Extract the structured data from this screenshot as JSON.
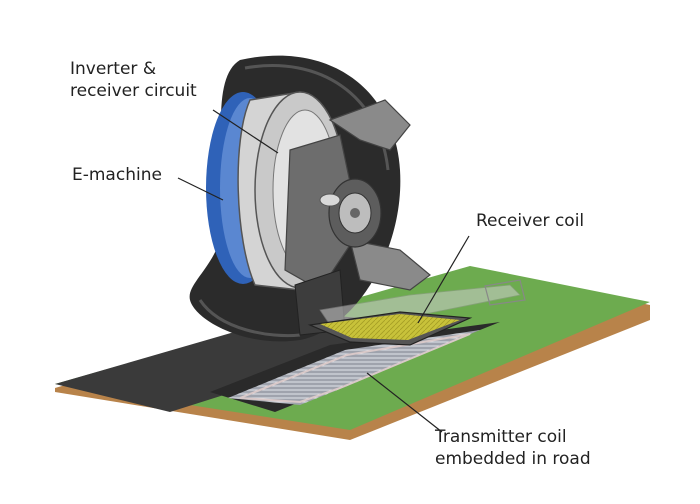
{
  "labels": {
    "inverter_line1": "Inverter &",
    "inverter_line2": "receiver circuit",
    "emachine": "E-machine",
    "receiver_coil": "Receiver coil",
    "transmitter_line1": "Transmitter coil",
    "transmitter_line2": "embedded in road"
  },
  "colors": {
    "road_green": "#6dab4f",
    "road_dark": "#3a3a3a",
    "road_edge": "#b8834a",
    "motor_blue": "#2f62b8",
    "tire": "#2b2b2b",
    "metal": "#c9c9c9",
    "coil_yellow": "#c8c23a"
  }
}
